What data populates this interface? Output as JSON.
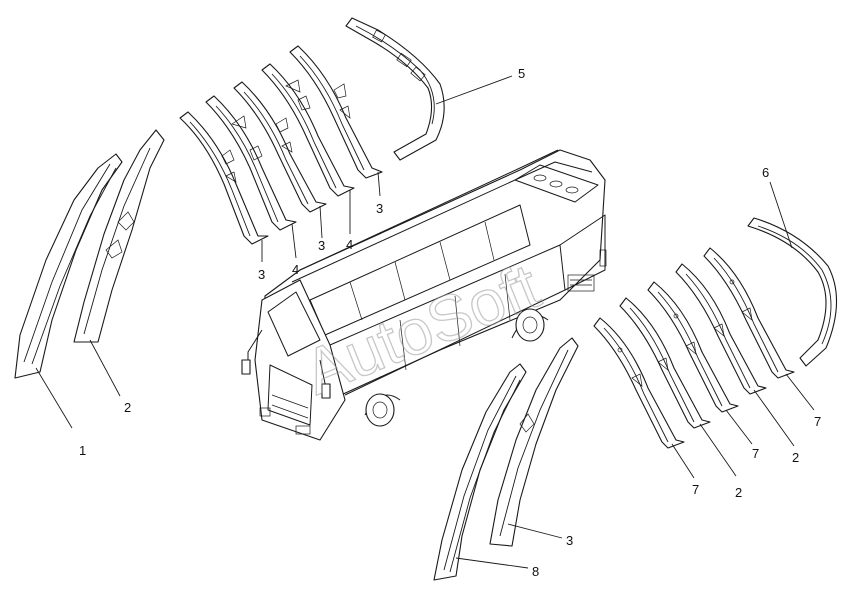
{
  "watermark": {
    "text": "AutoSoft"
  },
  "callouts": [
    {
      "id": "c1",
      "label": "1"
    },
    {
      "id": "c2",
      "label": "2"
    },
    {
      "id": "c3a",
      "label": "3"
    },
    {
      "id": "c4a",
      "label": "4"
    },
    {
      "id": "c3b",
      "label": "3"
    },
    {
      "id": "c4b",
      "label": "4"
    },
    {
      "id": "c3c",
      "label": "3"
    },
    {
      "id": "c5",
      "label": "5"
    },
    {
      "id": "c6",
      "label": "6"
    },
    {
      "id": "c7a",
      "label": "7"
    },
    {
      "id": "c2b",
      "label": "2"
    },
    {
      "id": "c7b",
      "label": "7"
    },
    {
      "id": "c2c",
      "label": "2"
    },
    {
      "id": "c7c",
      "label": "7"
    },
    {
      "id": "c3d",
      "label": "3"
    },
    {
      "id": "c8",
      "label": "8"
    }
  ]
}
